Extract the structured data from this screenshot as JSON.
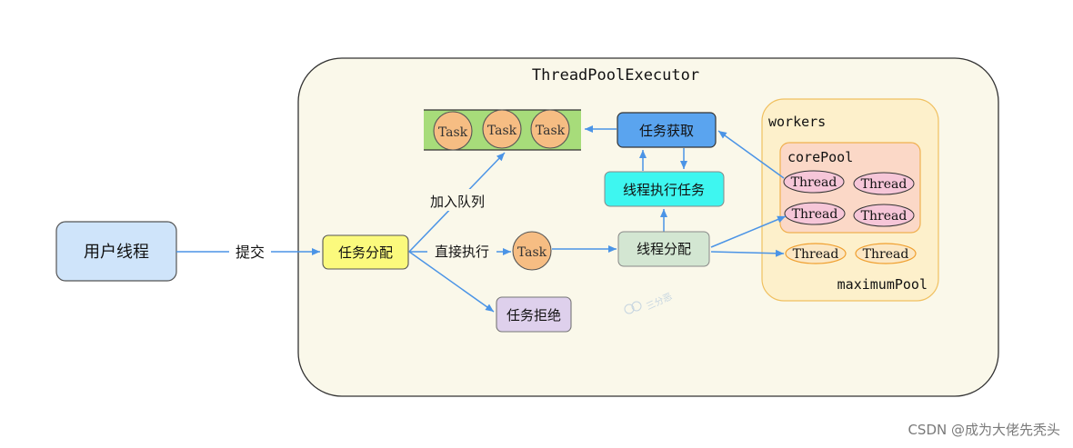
{
  "diagram": {
    "title": "ThreadPoolExecutor",
    "user_thread": "用户线程",
    "submit_label": "提交",
    "task_dispatch": "任务分配",
    "enqueue_label": "加入队列",
    "direct_exec_label": "直接执行",
    "task_reject": "任务拒绝",
    "task_label": "Task",
    "queue_tasks": [
      "Task",
      "Task",
      "Task"
    ],
    "fetch_task": "任务获取",
    "thread_exec_task": "线程执行任务",
    "thread_dispatch": "线程分配",
    "workers_label": "workers",
    "core_pool_label": "corePool",
    "core_threads": [
      "Thread",
      "Thread",
      "Thread",
      "Thread"
    ],
    "max_threads": [
      "Thread",
      "Thread"
    ],
    "maximum_pool_label": "maximumPool",
    "watermark": "三分恶"
  },
  "footer": {
    "credit": "CSDN @成为大佬先秃头"
  },
  "colors": {
    "executor_bg": "#faf8ea",
    "user_thread_bg": "#cfe4fa",
    "dispatch_bg": "#fbfa7d",
    "reject_bg": "#ded0ec",
    "queue_bg": "#a7dc7a",
    "task_circle": "#f6bd83",
    "fetch_bg": "#5aa4ef",
    "exec_bg": "#3ef6f0",
    "thread_dispatch_bg": "#d3e6d2",
    "workers_bg": "#fdf0cb",
    "core_pool_bg": "#fbd8c7",
    "thread_pink": "#f6c6d8",
    "thread_orange": "#fbe7c4",
    "arrow": "#4b94e6"
  }
}
